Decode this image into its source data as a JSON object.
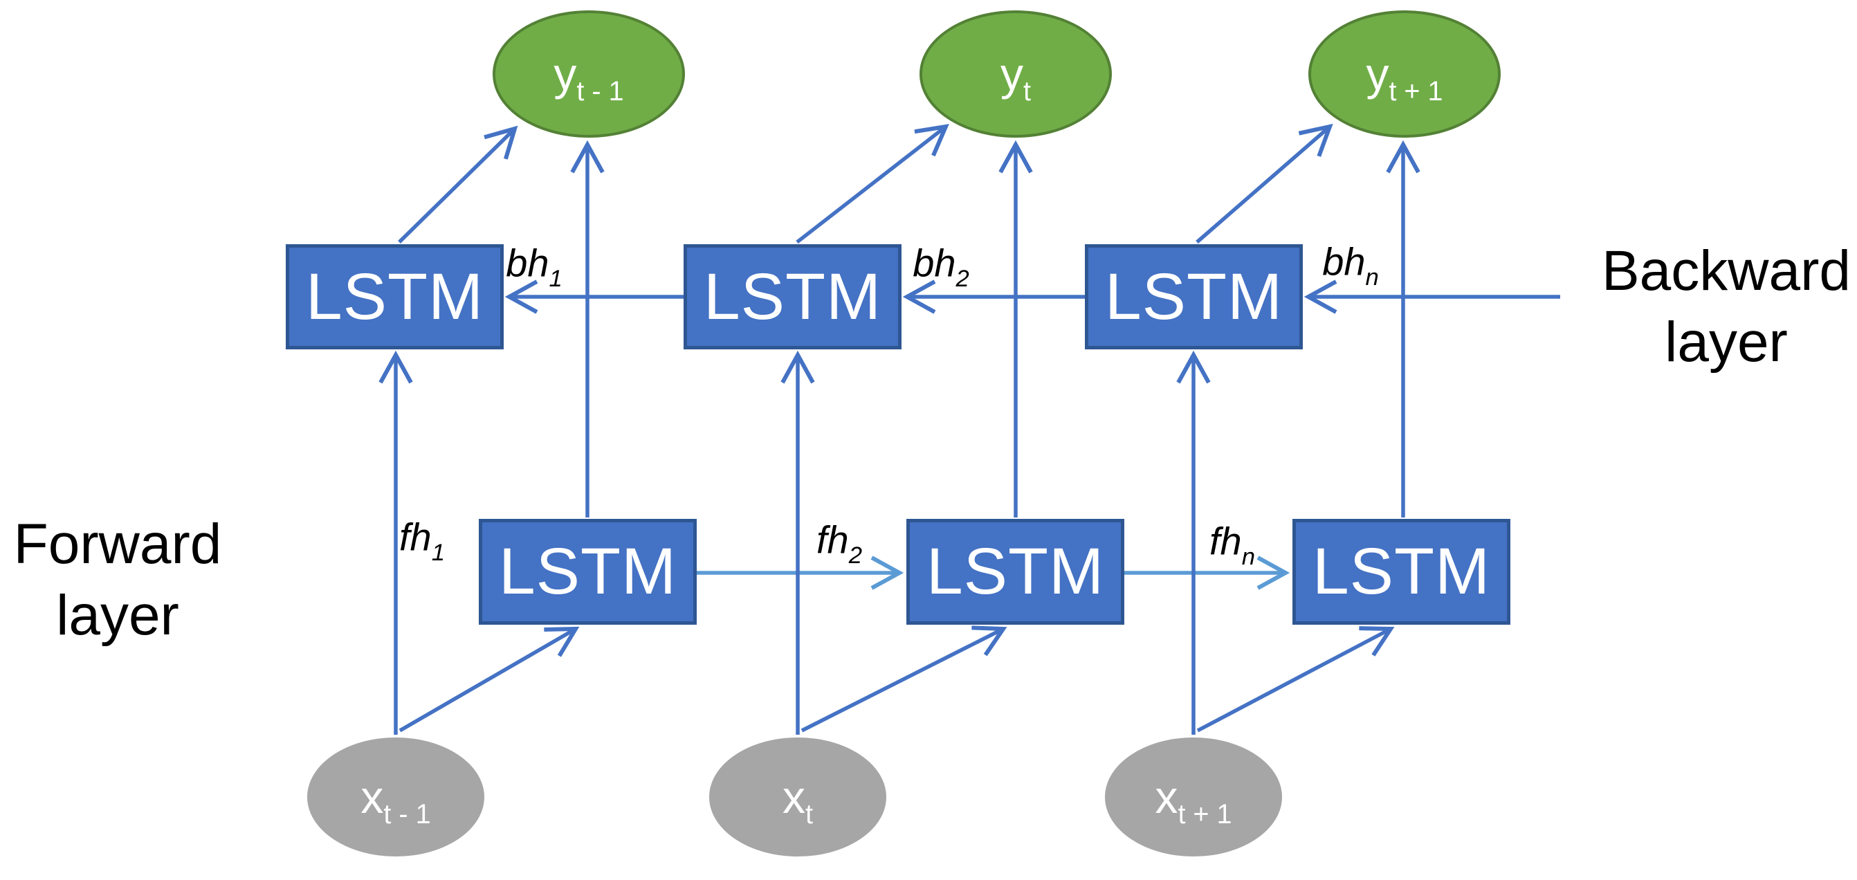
{
  "layer_labels": {
    "forward": "Forward\nlayer",
    "backward": "Backward\nlayer"
  },
  "output_nodes": [
    {
      "base": "y",
      "sub": "t - 1"
    },
    {
      "base": "y",
      "sub": "t"
    },
    {
      "base": "y",
      "sub": "t + 1"
    }
  ],
  "input_nodes": [
    {
      "base": "x",
      "sub": "t - 1"
    },
    {
      "base": "x",
      "sub": "t"
    },
    {
      "base": "x",
      "sub": "t + 1"
    }
  ],
  "backward_cells": [
    "LSTM",
    "LSTM",
    "LSTM"
  ],
  "forward_cells": [
    "LSTM",
    "LSTM",
    "LSTM"
  ],
  "backward_hidden_labels": [
    {
      "base": "bh",
      "sub": "1"
    },
    {
      "base": "bh",
      "sub": "2"
    },
    {
      "base": "bh",
      "sub": "n"
    }
  ],
  "forward_hidden_labels": [
    {
      "base": "fh",
      "sub": "1"
    },
    {
      "base": "fh",
      "sub": "2"
    },
    {
      "base": "fh",
      "sub": "n"
    }
  ],
  "colors": {
    "node_green": "#70AD47",
    "node_green_border": "#538135",
    "node_gray": "#A6A6A6",
    "cell_blue": "#4472C4",
    "cell_border": "#2E5693",
    "arrow_blue": "#4472C4",
    "arrow_light": "#5B9BD5",
    "text_on_node": "#FFFFFF",
    "label_text": "#000000"
  }
}
